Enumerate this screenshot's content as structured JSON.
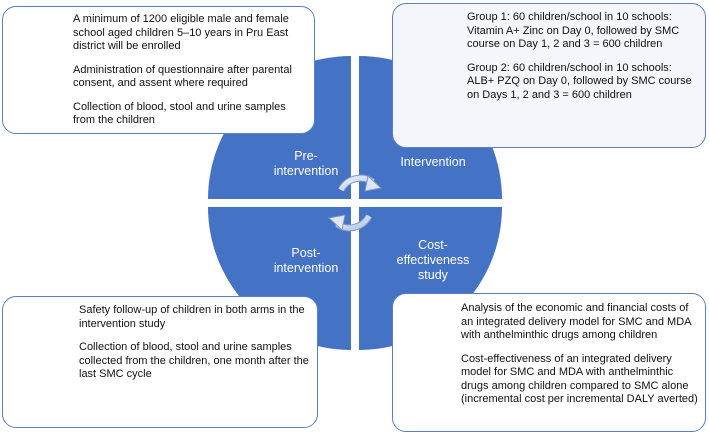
{
  "boxes": {
    "top_left": [
      "A minimum of 1200 eligible male and female school aged children 5–10 years in Pru East district will be enrolled",
      "Administration of questionnaire after parental consent, and assent where required",
      "Collection of blood, stool and urine samples from the children"
    ],
    "top_right": [
      "Group 1: 60 children/school in 10 schools: Vitamin A+ Zinc on Day 0, followed by SMC course on Day 1, 2 and 3 = 600 children",
      "Group 2: 60 children/school in 10 schools: ALB+ PZQ on Day 0, followed by SMC course on Days 1, 2 and 3 = 600 children"
    ],
    "bottom_left": [
      "Safety follow-up of children in both arms in the intervention study",
      "Collection of blood, stool and urine samples collected from the children, one month after the last SMC cycle"
    ],
    "bottom_right": [
      "Analysis of the economic and financial costs of an integrated delivery model for SMC and MDA with anthelminthic drugs among children",
      "Cost-effectiveness of an integrated delivery model for SMC and MDA with anthelminthic drugs among children compared to SMC alone (incremental cost per incremental DALY averted)"
    ]
  },
  "wheel": {
    "color": "#4472c4",
    "pre": "Pre-\nintervention",
    "intervention": "Intervention",
    "post": "Post-\nintervention",
    "cost": "Cost-\neffectiveness\nstudy"
  }
}
